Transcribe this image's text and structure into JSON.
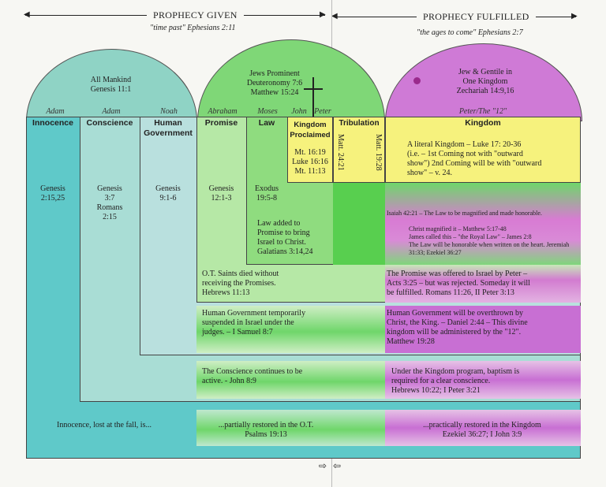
{
  "header": {
    "given_title": "PROPHECY GIVEN",
    "given_sub": "\"time past\" Ephesians 2:11",
    "fulfilled_title": "PROPHECY FULFILLED",
    "fulfilled_sub": "\"the ages to come\" Ephesians 2:7"
  },
  "arches": {
    "mankind": [
      "All Mankind",
      "Genesis 11:1"
    ],
    "jews": [
      "Jews Prominent",
      "Deuteronomy 7:6",
      "Matthew 15:24"
    ],
    "kingdom": [
      "Jew & Gentile in",
      "One Kingdom",
      "Zechariah 14:9,16"
    ]
  },
  "persons": [
    "Adam",
    "Adam",
    "Noah",
    "Abraham",
    "Moses",
    "John",
    "Peter",
    "Peter/The \"12\""
  ],
  "columns": {
    "innocence": "Innocence",
    "conscience": "Conscience",
    "human_gov": [
      "Human",
      "Government"
    ],
    "promise": "Promise",
    "law": "Law",
    "kingdom_proclaimed": [
      "Kingdom",
      "Proclaimed"
    ],
    "tribulation": "Tribulation",
    "kingdom": "Kingdom"
  },
  "refs": {
    "innocence": [
      "Genesis",
      "2:15,25"
    ],
    "conscience": [
      "Genesis",
      "3:7",
      "Romans",
      "2:15"
    ],
    "human_gov": [
      "Genesis",
      "9:1-6"
    ],
    "promise": [
      "Genesis",
      "12:1-3"
    ],
    "law": [
      "Exodus",
      "19:5-8"
    ],
    "proclaimed": [
      "Mt. 16:19",
      "Luke 16:16",
      "Mt. 11:13"
    ],
    "trib_vert1": "Matt. 24:21",
    "trib_vert2": "Matt. 19:28"
  },
  "notes": {
    "law_added": [
      "Law added to",
      "Promise to bring",
      "Israel to Christ.",
      "Galatians 3:14,24"
    ],
    "kingdom_literal": [
      "A literal Kingdom – Luke 17: 20-36",
      "(i.e. – 1st Coming not with \"outward",
      "show\") 2nd Coming will be with \"outward",
      "show\" – v. 24."
    ],
    "isaiah": "Isaiah 42:21 – The Law to be magnified and made honorable.",
    "isaiah_bullets": [
      "Christ magnified it – Matthew 5:17-48",
      "James called this – \"the Royal Law\" – James 2:8",
      "The Law will be honorable when written on the heart.   Jeremiah 31:33; Ezekiel 36:27"
    ],
    "ot_saints": [
      "O.T. Saints died without",
      "receiving the Promises.",
      "Hebrews 11:13"
    ],
    "promise_offered": [
      "The Promise was offered to Israel by Peter –",
      "Acts 3:25 – but was rejected.  Someday it will",
      "be fulfilled.  Romans 11:26, II Peter 3:13"
    ],
    "gov_suspended": [
      "Human Government temporarily",
      "suspended in Israel  under the",
      "judges. – I Samuel 8:7"
    ],
    "gov_overthrown": [
      "Human Government will be overthrown by",
      "Christ, the King. – Daniel 2:44 – This divine",
      "kingdom will be administered by the \"12\".",
      "Matthew 19:28"
    ],
    "conscience_active": [
      "The Conscience continues to be",
      "active.  - John 8:9"
    ],
    "baptism": [
      "Under the Kingdom program, baptism is",
      "required for a clear conscience.",
      "Hebrews 10:22; I Peter 3:21"
    ],
    "innocence_lost": "Innocence, lost at the fall, is...",
    "partially_restored": [
      "...partially restored in the O.T.",
      "Psalms 19:13"
    ],
    "practically_restored": [
      "...practically restored in the Kingdom",
      "Ezekiel 36:27; I John 3:9"
    ]
  },
  "colors": {
    "teal": "#5ec9c9",
    "light_teal": "#b9e3dc",
    "green": "#6fd66a",
    "yellow": "#f6f27d",
    "purple": "#c86fd3",
    "lilac": "#d7a8e0"
  }
}
